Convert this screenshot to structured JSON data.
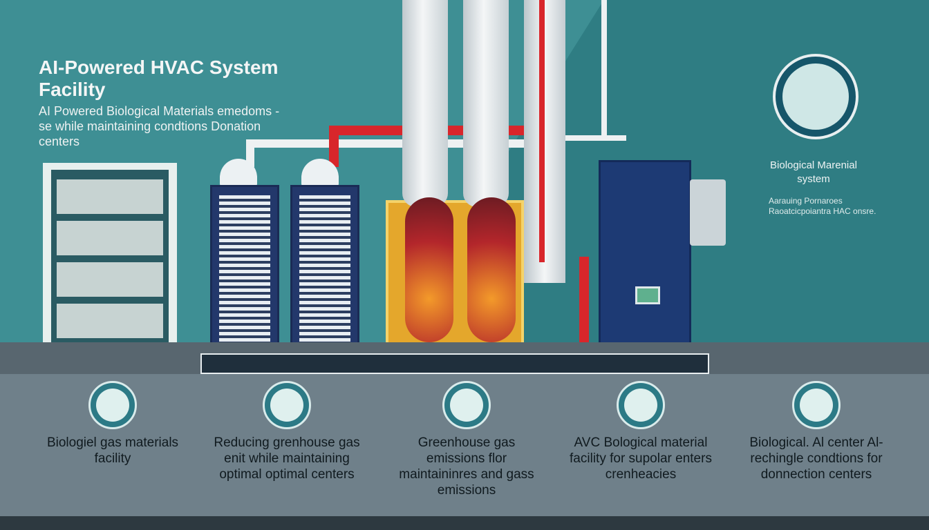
{
  "header": {
    "title": "AI-Powered HVAC System Facility",
    "subtitle": "AI Powered Biological Materials emedoms -se while maintaining condtions Donation centers"
  },
  "right_panel": {
    "title": "Biological Marenial system",
    "note": "Aarauing Pornaroes Raoatcicpoiantra HAC onsre."
  },
  "features": [
    {
      "icon": "leaf-icon",
      "label": "Biologiel gas materials facility"
    },
    {
      "icon": "sprout-drop-icon",
      "label": "Reducing grenhouse gas enit while maintaining optimal optimal centers"
    },
    {
      "icon": "drop-leaf-icon",
      "label": "Greenhouse gas emissions flor maintaininres and gass emissions"
    },
    {
      "icon": "water-drop-icon",
      "label": "AVC Bological material facility for supolar enters crenheacies"
    },
    {
      "icon": "flask-icon",
      "label": "Biological. Al center Al-rechingle condtions for donnection centers"
    }
  ],
  "colors": {
    "wall": "#3e8f94",
    "floor": "#6f808a",
    "unit_blue": "#23386b",
    "pipe_red": "#d8262b",
    "tank_yellow": "#e4a72c"
  }
}
